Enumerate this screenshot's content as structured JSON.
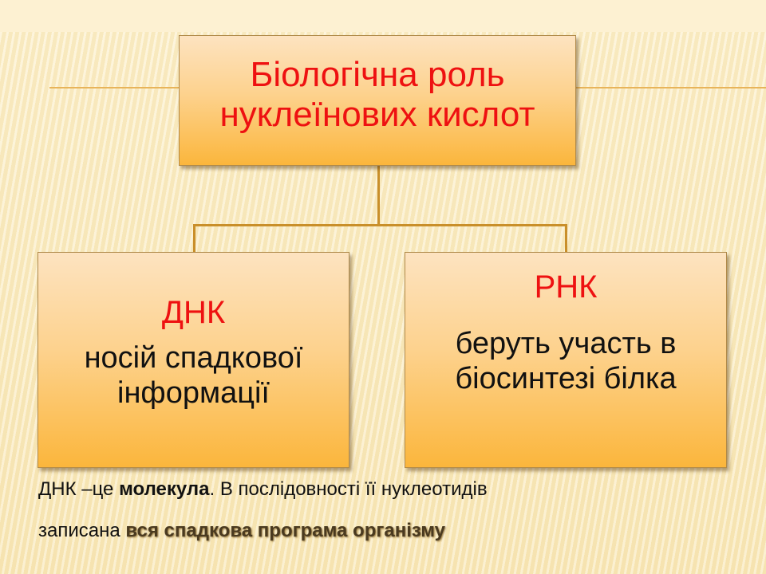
{
  "diagram": {
    "root": {
      "line1": "Біологічна роль",
      "line2": "нуклеїнових кислот"
    },
    "children": [
      {
        "heading": "ДНК",
        "line1": "носій спадкової",
        "line2": "інформації"
      },
      {
        "heading": "РНК",
        "line1": "беруть участь в",
        "line2": "біосинтезі білка"
      }
    ]
  },
  "caption": {
    "line1_part1": "ДНК –це ",
    "line1_bold": "молекула",
    "line1_part2": ". В послідовності її нуклеотидів",
    "line2_part1": "записана ",
    "line2_emph": "вся спадкова програма організму"
  },
  "colors": {
    "title_red": "#ee1111",
    "box_top": "#fde3c0",
    "box_bottom": "#fbb63c",
    "connector": "#c98f2a",
    "background": "#fcefcc"
  }
}
